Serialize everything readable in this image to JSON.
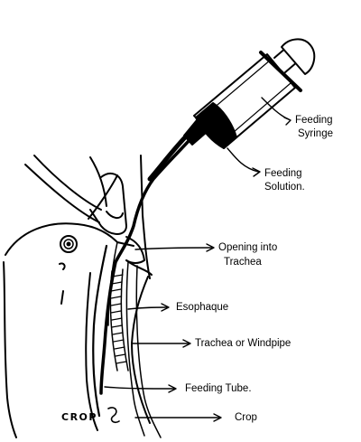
{
  "labels": {
    "feeding_syringe_line1": "Feeding",
    "feeding_syringe_line2": "Syringe",
    "feeding_solution_line1": "Feeding",
    "feeding_solution_line2": "Solution.",
    "opening_trachea_line1": "Opening into",
    "opening_trachea_line2": "Trachea",
    "esophagus": "Esophaque",
    "trachea": "Trachea or Windpipe",
    "feeding_tube": "Feeding Tube.",
    "crop": "Crop",
    "crop_handwritten": "CROP"
  },
  "colors": {
    "ink": "#000000",
    "paper": "#ffffff"
  }
}
